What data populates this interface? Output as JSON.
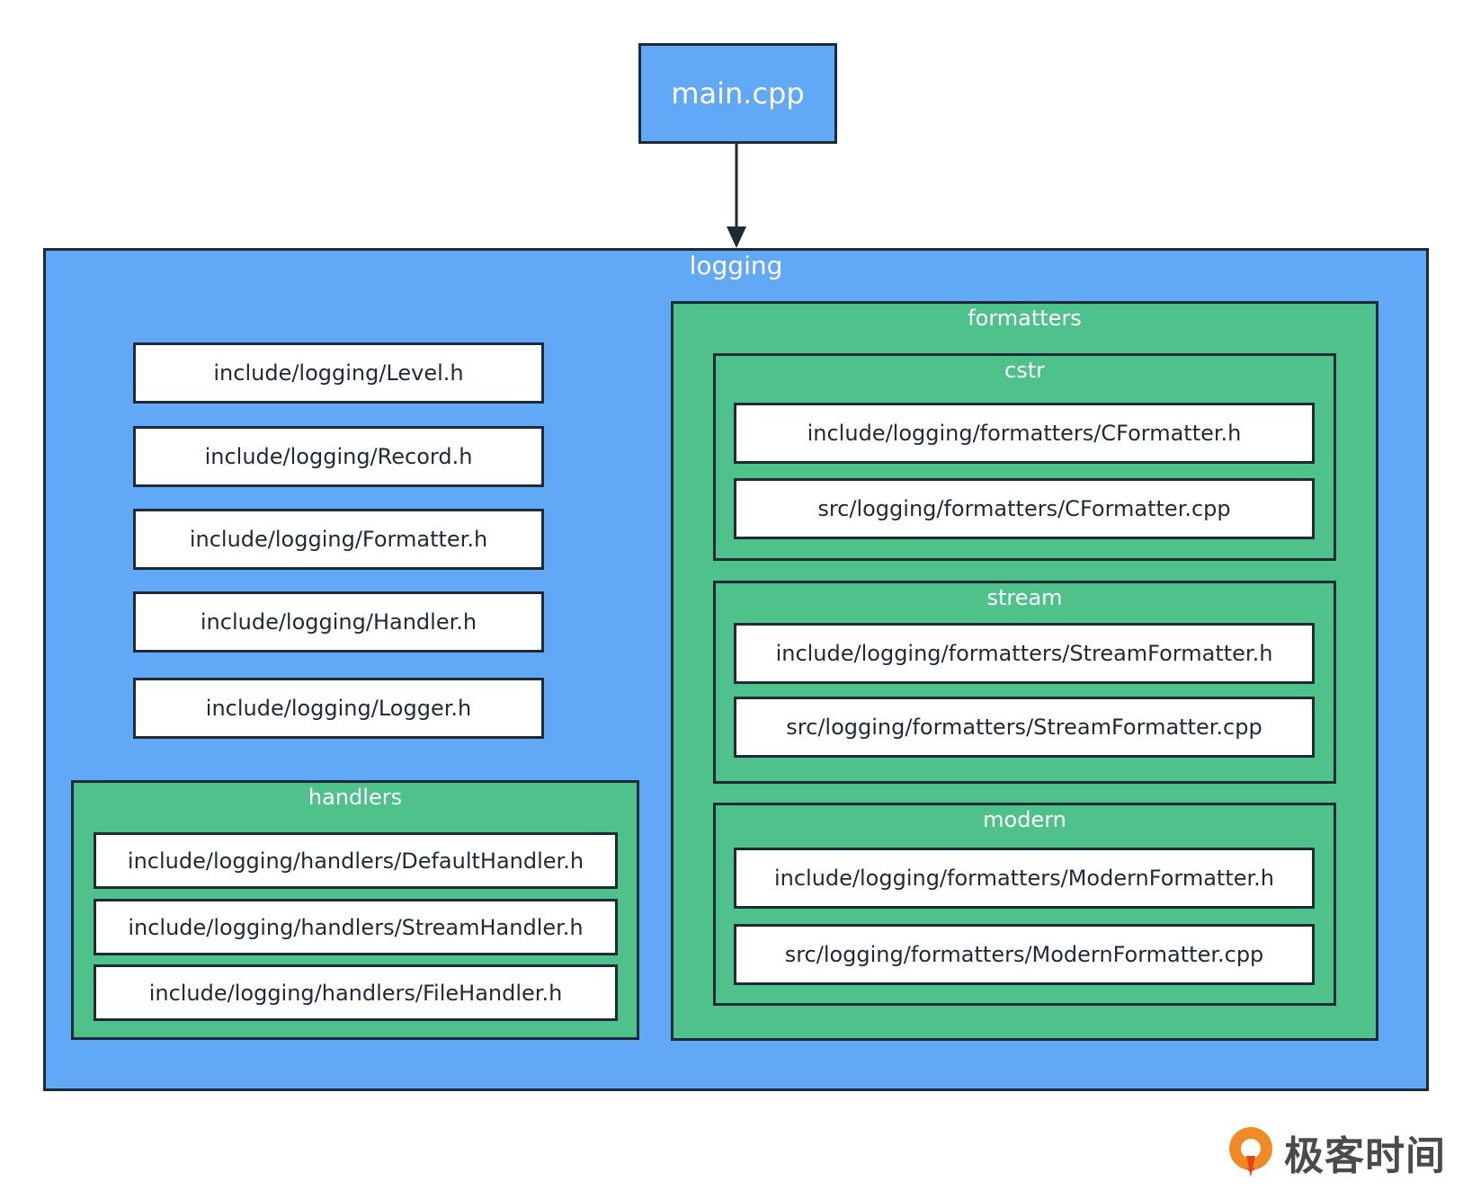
{
  "colors": {
    "module_fill": "#61a8f6",
    "group_fill": "#4fc18a",
    "file_fill": "#ffffff",
    "border": "#1e2a36",
    "logo_orange": "#f08a24"
  },
  "main": {
    "label": "main.cpp"
  },
  "logging": {
    "label": "logging",
    "files": [
      "include/logging/Level.h",
      "include/logging/Record.h",
      "include/logging/Formatter.h",
      "include/logging/Handler.h",
      "include/logging/Logger.h"
    ],
    "handlers": {
      "label": "handlers",
      "files": [
        "include/logging/handlers/DefaultHandler.h",
        "include/logging/handlers/StreamHandler.h",
        "include/logging/handlers/FileHandler.h"
      ]
    },
    "formatters": {
      "label": "formatters",
      "cstr": {
        "label": "cstr",
        "files": [
          "include/logging/formatters/CFormatter.h",
          "src/logging/formatters/CFormatter.cpp"
        ]
      },
      "stream": {
        "label": "stream",
        "files": [
          "include/logging/formatters/StreamFormatter.h",
          "src/logging/formatters/StreamFormatter.cpp"
        ]
      },
      "modern": {
        "label": "modern",
        "files": [
          "include/logging/formatters/ModernFormatter.h",
          "src/logging/formatters/ModernFormatter.cpp"
        ]
      }
    }
  },
  "logo": {
    "text": "极客时间",
    "icon": "geektime-logo-icon"
  }
}
